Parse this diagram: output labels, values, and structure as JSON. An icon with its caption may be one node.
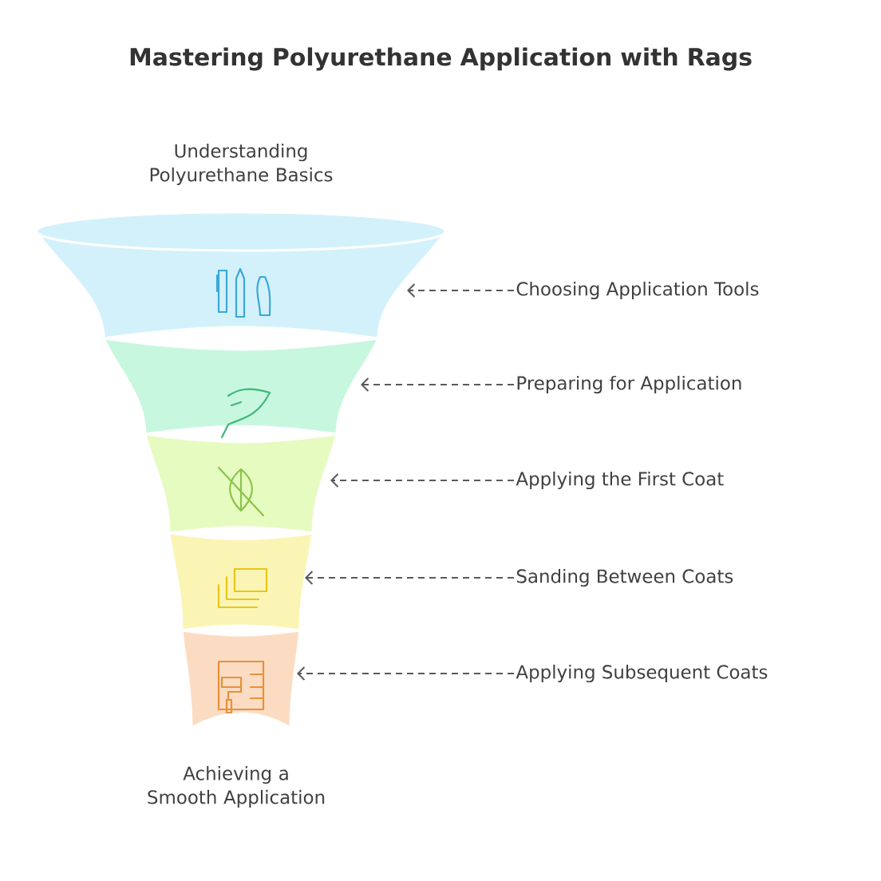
{
  "diagram": {
    "title": "Mastering Polyurethane Application with Rags",
    "nodes": [
      {
        "text": [],
        "shape": "band"
      },
      {
        "text": [],
        "shape": "band"
      },
      {
        "text": [],
        "shape": "band"
      },
      {
        "text": [],
        "shape": "band"
      },
      {
        "text": [],
        "shape": "band"
      },
      {
        "text": [
          "Choosing Application Tools"
        ]
      },
      {
        "text": [
          "Preparing for Application"
        ]
      },
      {
        "text": [
          "Applying the First Coat"
        ]
      },
      {
        "text": [
          "Sanding Between Coats"
        ]
      },
      {
        "text": [
          "Applying Subsequent Coats"
        ]
      }
    ],
    "edges": [
      {
        "from": 5,
        "to": 0,
        "arrow": "to",
        "style": "dashed"
      },
      {
        "from": 6,
        "to": 1,
        "arrow": "to",
        "style": "dashed"
      },
      {
        "from": 7,
        "to": 2,
        "arrow": "to",
        "style": "dashed"
      },
      {
        "from": 8,
        "to": 3,
        "arrow": "to",
        "style": "dashed"
      },
      {
        "from": 9,
        "to": 4,
        "arrow": "to",
        "style": "dashed"
      }
    ],
    "labels": [
      "Understanding Polyurethane Basics",
      "Achieving a Smooth Application"
    ]
  }
}
